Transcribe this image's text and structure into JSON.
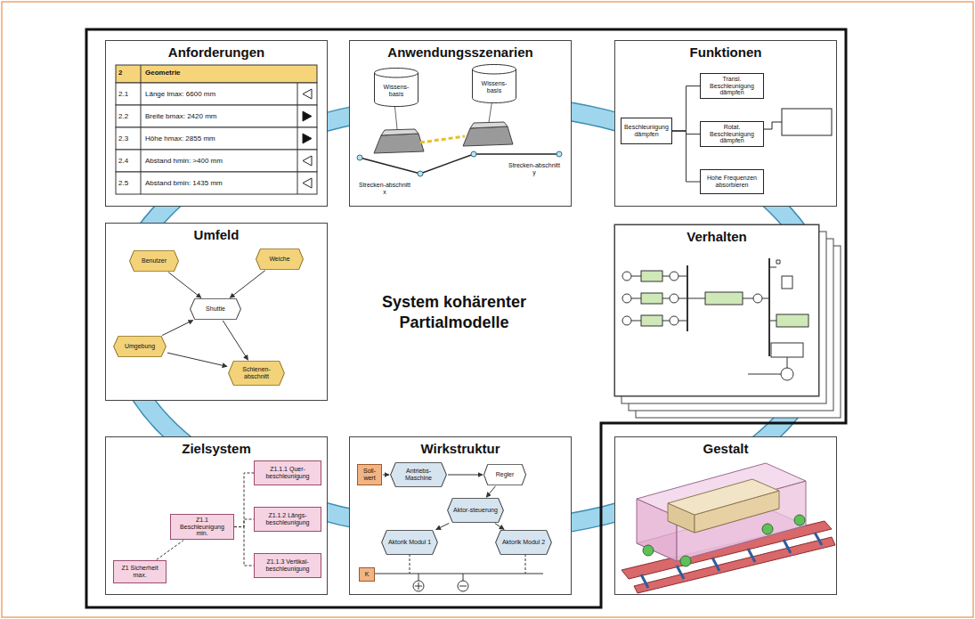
{
  "diagram": {
    "nodes": [
      {
        "text": [
          "Anforderungen"
        ]
      },
      {
        "text": [
          "Anwendungsszenarien"
        ]
      },
      {
        "text": [
          "Wissens-basis"
        ],
        "in": 1
      },
      {
        "text": [
          "Wissens-basis"
        ],
        "in": 1
      },
      {
        "text": [
          "Funktionen"
        ]
      },
      {
        "text": [
          "Beschleunigung dämpfen"
        ],
        "in": 4
      },
      {
        "text": [
          "Transl. Beschleunigung dämpfen"
        ],
        "in": 4
      },
      {
        "text": [
          "Rotat. Beschleunigung dämpfen"
        ],
        "in": 4
      },
      {
        "text": [
          "Hohe Frequenzen absorbieren"
        ],
        "in": 4
      },
      {
        "text": [
          "Umfeld"
        ]
      },
      {
        "text": [
          "Benutzer"
        ],
        "in": 9
      },
      {
        "text": [
          "Weiche"
        ],
        "in": 9
      },
      {
        "text": [
          "Shuttle"
        ],
        "in": 9
      },
      {
        "text": [
          "Umgebung"
        ],
        "in": 9
      },
      {
        "text": [
          "Schienen-abschnitt"
        ],
        "in": 9
      },
      {
        "text": [
          "Verhalten"
        ]
      },
      {
        "text": [
          "Zielsystem"
        ]
      },
      {
        "text": [
          "Z1 Sicherheit",
          "max."
        ],
        "in": 16
      },
      {
        "text": [
          "Z1.1 Beschleunigung",
          "min."
        ],
        "in": 16
      },
      {
        "text": [
          "Z1.1.1 Quer-beschleunigung"
        ],
        "in": 16
      },
      {
        "text": [
          "Z1.1.2 Längs-beschleunigung"
        ],
        "in": 16
      },
      {
        "text": [
          "Z1.1.3 Vertikal-beschleunigung"
        ],
        "in": 16
      },
      {
        "text": [
          "Wirkstruktur"
        ]
      },
      {
        "text": [
          "Soll-wert"
        ],
        "in": 22
      },
      {
        "text": [
          "Antriebs-Maschine"
        ],
        "in": 22
      },
      {
        "text": [
          "Regler"
        ],
        "in": 22
      },
      {
        "text": [
          "Aktor-steuerung"
        ],
        "in": 22
      },
      {
        "text": [
          "Aktorik Modul 1"
        ],
        "in": 22
      },
      {
        "text": [
          "Aktorik Modul 2"
        ],
        "in": 22
      },
      {
        "text": [
          "K"
        ],
        "in": 22
      },
      {
        "text": [
          "Gestalt"
        ]
      }
    ],
    "edges": [
      {
        "from": 5,
        "to": 6,
        "arrow": "none"
      },
      {
        "from": 5,
        "to": 7,
        "arrow": "none"
      },
      {
        "from": 5,
        "to": 8,
        "arrow": "none"
      },
      {
        "from": 10,
        "to": 12,
        "arrow": "to"
      },
      {
        "from": 11,
        "to": 12,
        "arrow": "to"
      },
      {
        "from": 13,
        "to": 12,
        "arrow": "to"
      },
      {
        "from": 12,
        "to": 14,
        "arrow": "to"
      },
      {
        "from": 13,
        "to": 14,
        "arrow": "to"
      },
      {
        "from": 17,
        "to": 18,
        "arrow": "none"
      },
      {
        "from": 18,
        "to": 19,
        "arrow": "none"
      },
      {
        "from": 18,
        "to": 20,
        "arrow": "none"
      },
      {
        "from": 18,
        "to": 21,
        "arrow": "none"
      },
      {
        "from": 23,
        "to": 24,
        "arrow": "to"
      },
      {
        "from": 24,
        "to": 25,
        "arrow": "to"
      },
      {
        "from": 25,
        "to": 26,
        "arrow": "to"
      },
      {
        "from": 26,
        "to": 27,
        "arrow": "to"
      },
      {
        "from": 26,
        "to": 28,
        "arrow": "to"
      }
    ],
    "labels": [
      "2",
      "Geometrie",
      "2.1",
      "Länge lmax: 6600 mm",
      "2.2",
      "Breite bmax: 2420 mm",
      "2.3",
      "Höhe hmax: 2855 mm",
      "2.4",
      "Abstand hmin: >400 mm",
      "2.5",
      "Abstand bmin: 1435 mm",
      "Strecken-abschnitt x",
      "Strecken-abschnitt y",
      "System kohärenter Partialmodelle"
    ]
  }
}
